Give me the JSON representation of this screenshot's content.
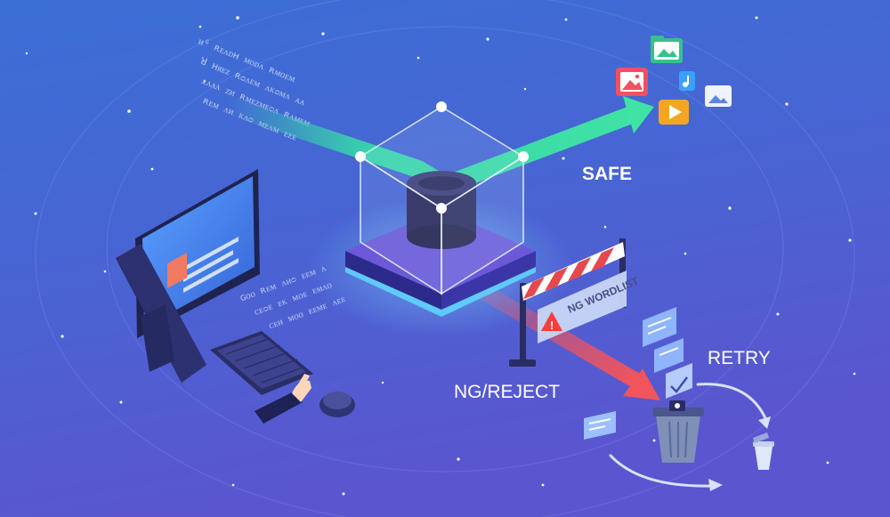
{
  "labels": {
    "safe": "SAFE",
    "ng_reject": "NG/REJECT",
    "retry": "RETRY",
    "blocklist_sign": "NG WORDLIST"
  },
  "colors": {
    "background_top": "#3b6fd6",
    "background_bottom": "#5b55cf",
    "safe_arrow": "#35e0a6",
    "reject_arrow": "#f2545b",
    "cube_glow": "#4fc3ff",
    "warning": "#ff3b3b"
  },
  "icons": [
    "computer-monitor-icon",
    "keyboard-icon",
    "mouse-icon",
    "hand-icon",
    "filter-cube-icon",
    "database-icon",
    "image-file-icon",
    "video-file-icon",
    "audio-file-icon",
    "folder-image-icon",
    "barrier-icon",
    "warning-icon",
    "trash-bin-icon",
    "retry-cycle-icon",
    "message-card-icon"
  ]
}
